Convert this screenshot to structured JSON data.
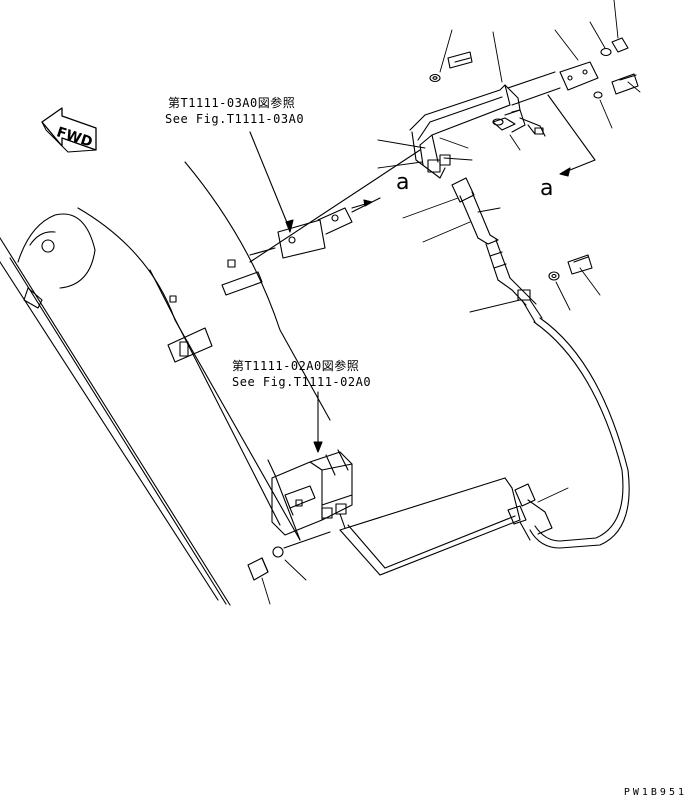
{
  "ref_upper": {
    "jp": "第T1111-03A0図参照",
    "en": "See Fig.T1111-03A0"
  },
  "ref_lower": {
    "jp": "第T1111-02A0図参照",
    "en": "See Fig.T1111-02A0"
  },
  "view_label_a": "a",
  "fwd_label": "FWD",
  "drawing_code": "PW1B951"
}
